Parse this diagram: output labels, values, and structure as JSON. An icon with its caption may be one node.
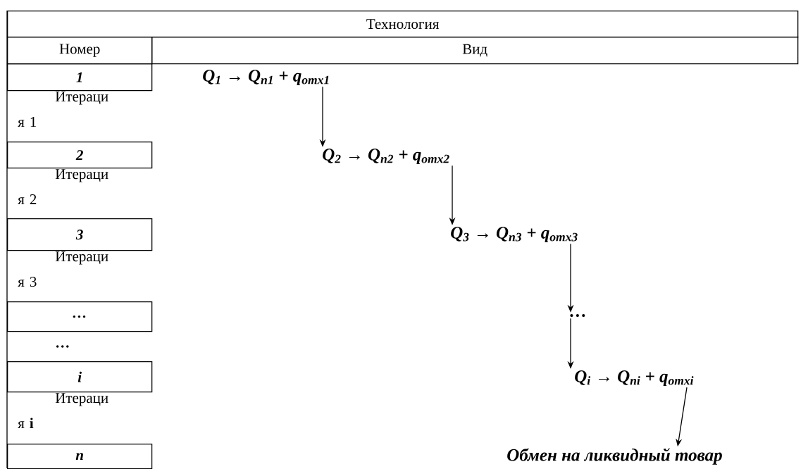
{
  "diagram": {
    "nodes": [
      {
        "text": [
          "Технология"
        ]
      },
      {
        "text": [
          "Номер"
        ]
      },
      {
        "text": [
          "Вид"
        ]
      },
      {
        "text": [
          "1"
        ],
        "beside": [
          "Итераци я 1"
        ]
      },
      {
        "text": [
          "2"
        ],
        "beside": [
          "Итераци я 2"
        ]
      },
      {
        "text": [
          "3"
        ],
        "beside": [
          "Итераци я 3"
        ]
      },
      {
        "text": [
          "…"
        ]
      },
      {
        "text": [
          "i"
        ],
        "beside": [
          "Итераци я **i**"
        ]
      },
      {
        "text": [
          "n"
        ]
      },
      {
        "text": [
          "Q$_{1}$ → Q$_{п1}$ + q$_{отх1}$"
        ]
      },
      {
        "text": [
          "Q$_{2}$ → Q$_{п2}$ + q$_{отх2}$"
        ]
      },
      {
        "text": [
          "Q$_{3}$ → Q$_{п3}$ + q$_{отх3}$"
        ]
      },
      {
        "text": [
          "…"
        ]
      },
      {
        "text": [
          "Q$_{i}$ → Q$_{пi}$ + q$_{отхi}$"
        ]
      },
      {
        "text": [
          "Обмен на ликвидный товар"
        ]
      }
    ],
    "edges": [
      {
        "from": 9,
        "to": 10,
        "arrow": "to"
      },
      {
        "from": 10,
        "to": 11,
        "arrow": "to"
      },
      {
        "from": 11,
        "to": 12,
        "arrow": "to"
      },
      {
        "from": 12,
        "to": 13,
        "arrow": "to"
      },
      {
        "from": 13,
        "to": 14,
        "arrow": "to"
      }
    ],
    "labels": [
      "…"
    ]
  }
}
